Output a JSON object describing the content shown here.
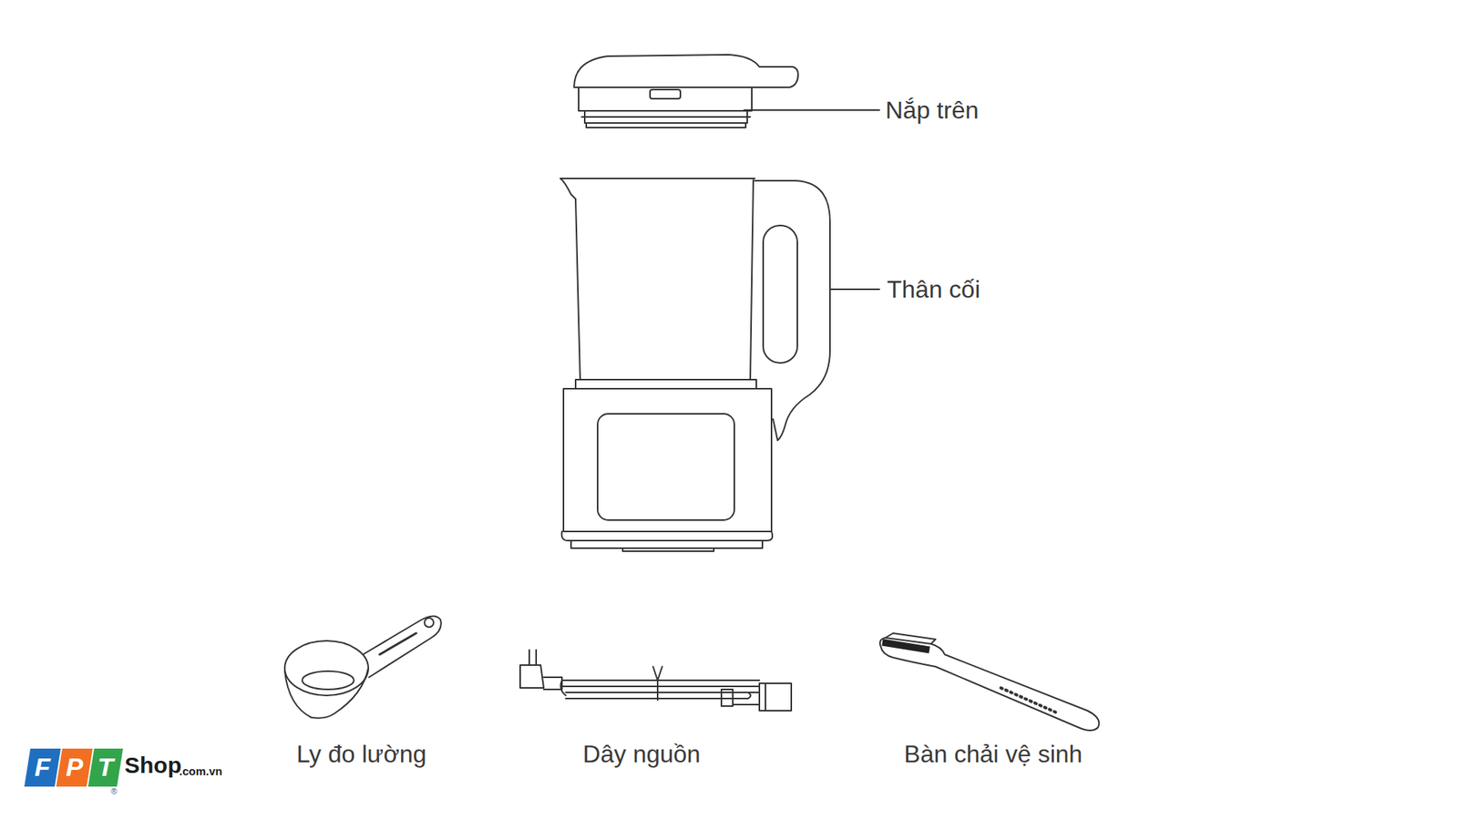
{
  "diagram": {
    "labels": [
      "Nắp trên",
      "Thân cối",
      "Ly đo lường",
      "Dây nguồn",
      "Bàn chải vệ sinh",
      "F",
      "P",
      "T",
      "Shop",
      ".com.vn",
      "®"
    ]
  }
}
